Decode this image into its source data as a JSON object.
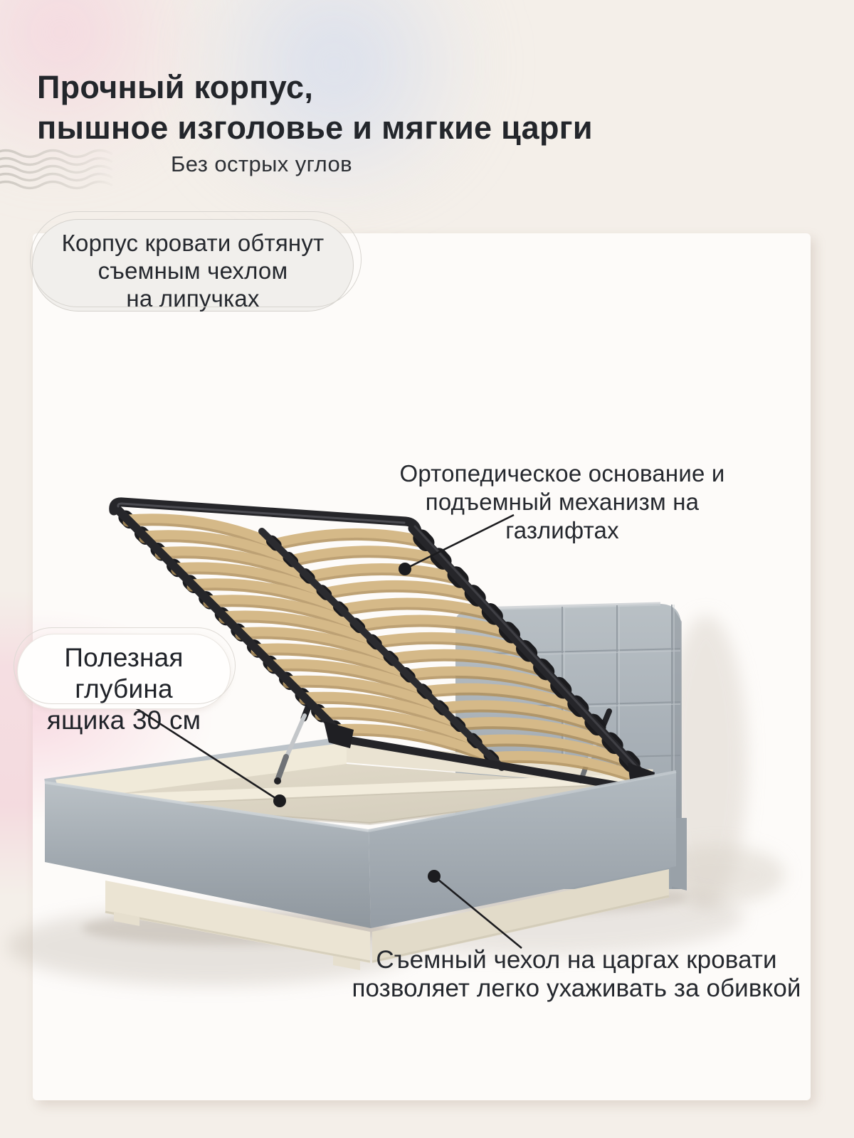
{
  "header": {
    "title_line1": "Прочный корпус,",
    "title_line2": "пышное изголовье и мягкие царги",
    "subtitle": "Без острых углов",
    "decor_icon": "waves-icon"
  },
  "callouts": {
    "cover": {
      "lines": [
        "Корпус кровати обтянут",
        "съемным чехлом",
        "на липучках"
      ]
    },
    "depth": {
      "lines": [
        "Полезная глубина",
        "ящика 30 см"
      ],
      "value": "30 см"
    }
  },
  "annotations": {
    "base": {
      "lines": [
        "Ортопедическое основание и",
        "подъемный механизм на",
        "газлифтах"
      ],
      "marker_icon": "pointer-dot"
    },
    "care": {
      "lines": [
        "Съемный чехол на царгах кровати",
        "позволяет легко ухаживать за обивкой"
      ],
      "marker_icon": "pointer-dot"
    }
  },
  "illustration": {
    "subject": "кровать с подъемным механизмом и открытым ящиком для хранения",
    "parts": [
      "изголовье с квадратной стежкой",
      "ортопедическое основание с ламелями",
      "газлифты",
      "ящик для хранения с перегородкой",
      "мягкие царги",
      "съемный чехол"
    ]
  },
  "colors": {
    "bg": "#f4efe9",
    "panel": "#fdfbf9",
    "ink": "#23262b",
    "bed-gray": "#aab2b9",
    "interior-cream": "#e7e0cf",
    "slat-wood": "#d5b988",
    "frame-black": "#26262a",
    "accent-pink": "#f7d5de",
    "accent-blue": "#d2dbee"
  }
}
